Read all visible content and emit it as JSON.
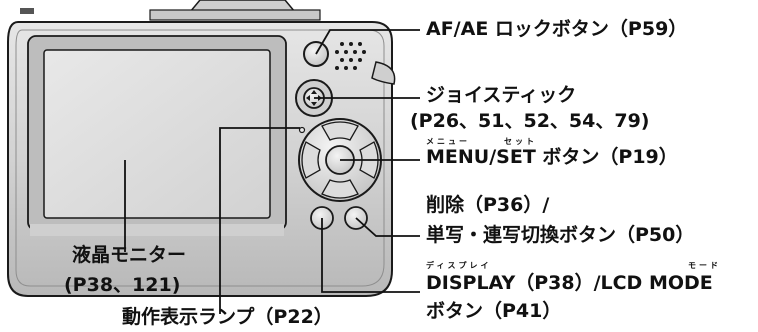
{
  "labels": {
    "afae_lock": "AF/AE ロックボタン（P59）",
    "joystick_line1": "ジョイスティック",
    "joystick_line2": "(P26、51、52、54、79)",
    "menu_ruby_menu": "メニュー",
    "menu_ruby_set": "セット",
    "menu_set": "MENU/SET ボタン（P19）",
    "delete_line1": "削除（P36）/",
    "delete_line2": "単写・連写切換ボタン（P50）",
    "display_ruby": "ディスプレイ",
    "mode_ruby": "モード",
    "display_line1": "DISPLAY（P38）/LCD MODE",
    "display_line2": "ボタン（P41）",
    "lcd_line1": "液晶モニター",
    "lcd_line2": "(P38、121)",
    "lamp": "動作表示ランプ（P22）"
  },
  "colors": {
    "body": "#d6d6d6",
    "body_dark": "#9a9a9a",
    "screen": "#dcdcdc",
    "outline": "#1a1a1a",
    "line": "#111111"
  }
}
